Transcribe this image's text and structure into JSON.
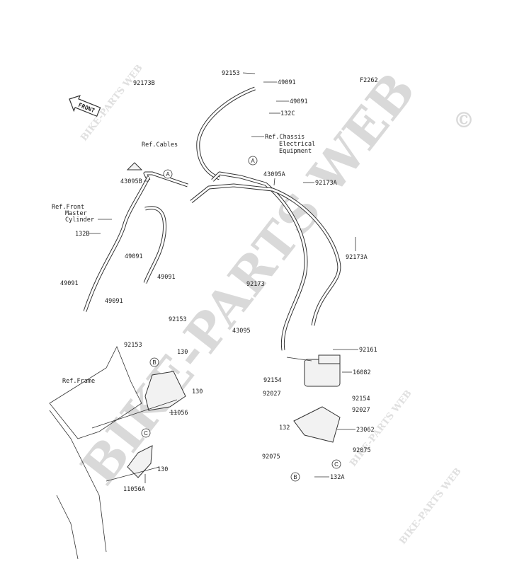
{
  "diagram_code": "F2262",
  "watermark": {
    "main": "BIKE-PARTS WEB",
    "copyright": "©"
  },
  "front_arrow": "FRONT",
  "refs": {
    "cables": "Ref.Cables",
    "chassis": [
      "Ref.Chassis",
      "Electrical",
      "Equipment"
    ],
    "master_cylinder": [
      "Ref.Front",
      "Master",
      "Cylinder"
    ],
    "frame": "Ref.Frame"
  },
  "circles": {
    "a": "A",
    "b": "B",
    "c": "C"
  },
  "parts": {
    "p92173B": "92173B",
    "p92153_top": "92153",
    "p49091_a": "49091",
    "p49091_b": "49091",
    "p132C": "132C",
    "p43095B": "43095B",
    "p43095A": "43095A",
    "p92173A_a": "92173A",
    "p92173A_b": "92173A",
    "p132B": "132B",
    "p49091_c": "49091",
    "p49091_d": "49091",
    "p49091_e": "49091",
    "p49091_f": "49091",
    "p92153_b": "92153",
    "p92153_c": "92153",
    "p92173": "92173",
    "p43095": "43095",
    "p92161": "92161",
    "p16082": "16082",
    "p92154_a": "92154",
    "p92027_a": "92027",
    "p92154_b": "92154",
    "p92027_b": "92027",
    "p23062": "23062",
    "p132": "132",
    "p92075_a": "92075",
    "p92075_b": "92075",
    "p132A": "132A",
    "p130_a": "130",
    "p130_b": "130",
    "p11056": "11056",
    "p130_c": "130",
    "p11056A": "11056A"
  }
}
